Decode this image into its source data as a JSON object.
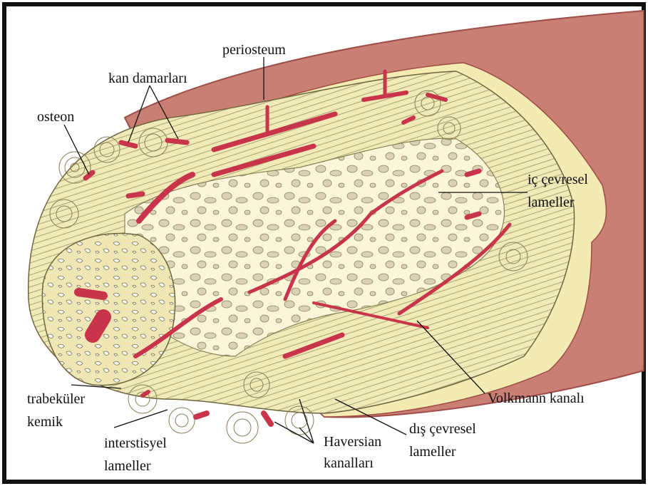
{
  "labels": {
    "periosteum": "periosteum",
    "kan_damarlari": "kan damarları",
    "osteon": "osteon",
    "ic_cevresel_1": "iç çevresel",
    "ic_cevresel_2": "lameller",
    "volkmann": "Volkmann kanalı",
    "trabekuler_1": "trabeküler",
    "trabekuler_2": "kemik",
    "interstisyel_1": "interstisyel",
    "interstisyel_2": "lameller",
    "haversian_1": "Haversian",
    "haversian_2": "kanalları",
    "dis_cevresel_1": "dış çevresel",
    "dis_cevresel_2": "lameller"
  },
  "colors": {
    "periosteum_outer": "#c97f74",
    "periosteum_edge": "#9e4c46",
    "cortical_bone": "#efeab8",
    "lamella_line": "#8a7f56",
    "marrow_cavity": "#fbf5d9",
    "trabecular_bone": "#d9d2b4",
    "vessel": "#c8354a",
    "frame": "#111111"
  }
}
